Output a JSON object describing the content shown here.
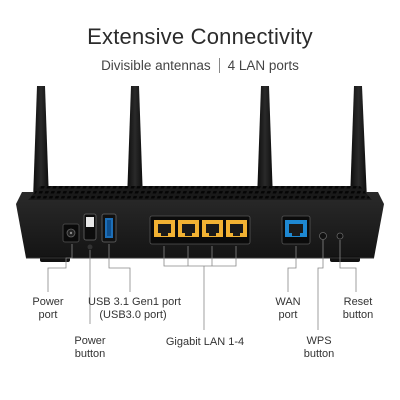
{
  "header": {
    "title": "Extensive Connectivity",
    "features": [
      "Divisible antennas",
      "4 LAN ports"
    ]
  },
  "callouts": {
    "power_port": {
      "line1": "Power",
      "line2": "port"
    },
    "power_button": {
      "line1": "Power",
      "line2": "button"
    },
    "usb_port": {
      "line1": "USB 3.1 Gen1 port",
      "line2": "(USB3.0 port)"
    },
    "lan_ports": {
      "line1": "Gigabit LAN 1-4"
    },
    "wan_port": {
      "line1": "WAN",
      "line2": "port"
    },
    "wps_button": {
      "line1": "WPS",
      "line2": "button"
    },
    "reset_button": {
      "line1": "Reset",
      "line2": "button"
    }
  },
  "colors": {
    "lan_port": "#f2b233",
    "wan_port": "#1e88d2",
    "usb_port": "#1d6fb8",
    "router_body": "#1b1b1b"
  }
}
